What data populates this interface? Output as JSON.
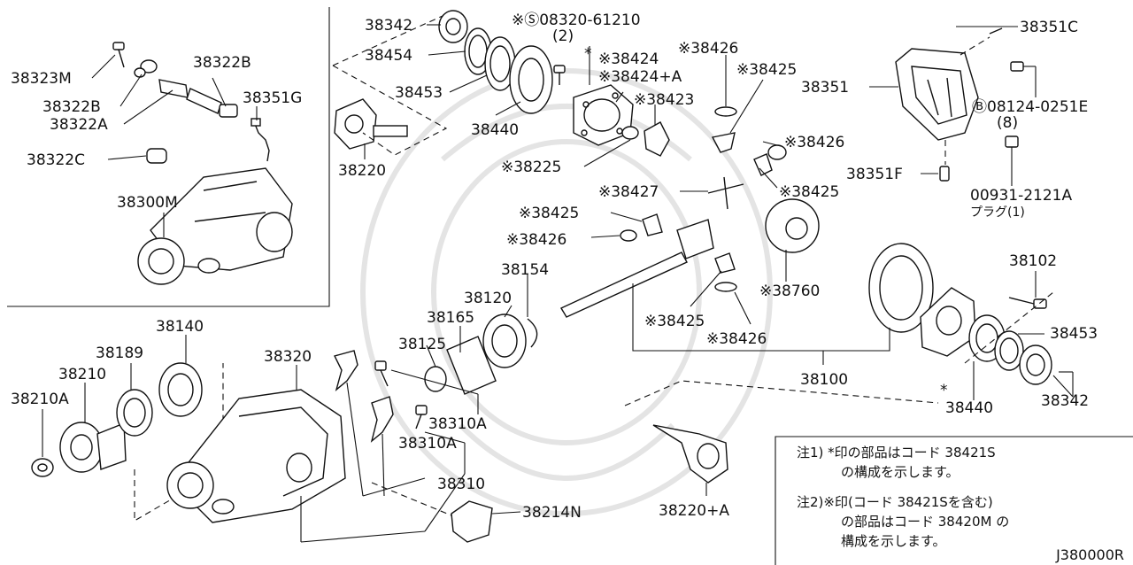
{
  "diagram_code": "J380000R",
  "labels": {
    "p38342a": "38342",
    "p38454": "38454",
    "p38453a": "38453",
    "p38440a": "38440",
    "p08320": "※Ⓢ08320-61210",
    "p08320q": "(2)",
    "p38424": "※38424",
    "p38424a": "※38424+A",
    "p38423": "※38423",
    "p38426a": "※38426",
    "p38425a": "※38425",
    "p38351c": "38351C",
    "p38351": "38351",
    "p08124": "Ⓑ08124-0251E",
    "p08124q": "(8)",
    "p38351f": "38351F",
    "p00931": "00931-2121A",
    "p00931n": "プラグ(1)",
    "p38323m": "38323M",
    "p38322b1": "38322B",
    "p38322b2": "38322B",
    "p38322a": "38322A",
    "p38351g": "38351G",
    "p38322c": "38322C",
    "p38300m": "38300M",
    "p38220": "38220",
    "p38225": "※38225",
    "p38426b": "※38426",
    "p38425b": "※38425",
    "p38427": "※38427",
    "p38425c": "※38425",
    "p38426c": "※38426",
    "p38760": "※38760",
    "p38154": "38154",
    "p38120": "38120",
    "p38165": "38165",
    "p38125": "38125",
    "p38425d": "※38425",
    "p38426d": "※38426",
    "p38102": "38102",
    "p38453b": "38453",
    "p38100": "38100",
    "p38440b": "38440",
    "p38342b": "38342",
    "p38140": "38140",
    "p38189": "38189",
    "p38210": "38210",
    "p38210a": "38210A",
    "p38320": "38320",
    "p38310a1": "38310A",
    "p38310a2": "38310A",
    "p38310": "38310",
    "p38214n": "38214N",
    "p38220a": "38220+A",
    "mark": "*"
  },
  "notes": {
    "n1_line1": "注1) *印の部品はコード 38421S",
    "n1_line2": "の構成を示します。",
    "n2_line1": "注2)※印(コード 38421Sを含む)",
    "n2_line2": "の部品はコード 38420M の",
    "n2_line3": "構成を示します。"
  }
}
